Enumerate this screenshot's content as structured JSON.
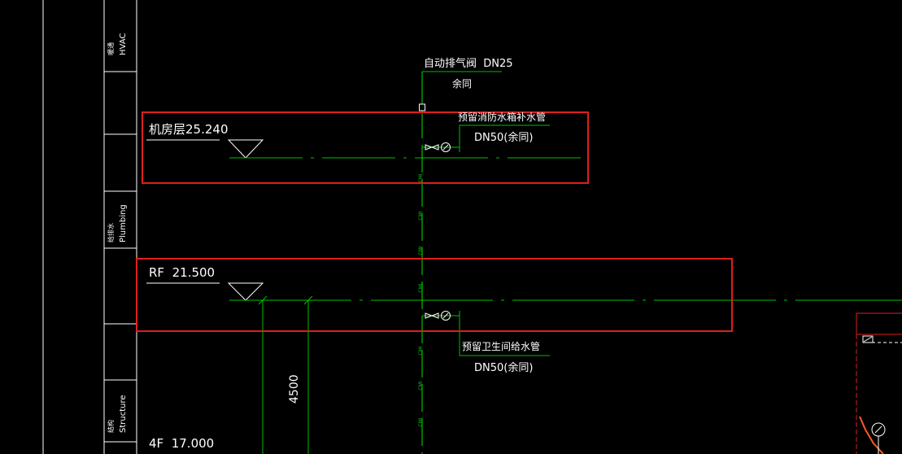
{
  "title_block": {
    "hvac": {
      "zh": "暖通",
      "en": "HVAC"
    },
    "plumbing": {
      "zh": "给排水",
      "en": "Plumbing"
    },
    "structure": {
      "zh": "结构",
      "en": "Structure"
    }
  },
  "levels": {
    "machine_room": {
      "name": "机房层",
      "elevation": "25.240"
    },
    "roof": {
      "name": "RF",
      "elevation": "21.500"
    },
    "fourth": {
      "name": "4F",
      "elevation": "17.000"
    }
  },
  "annotations": {
    "air_valve": {
      "name": "自动排气阀",
      "size": "DN25"
    },
    "air_valve_note": "余同",
    "reserved_fire_tank": "预留消防水箱补水管",
    "reserved_fire_tank_size": "DN50(余同)",
    "reserved_toilet": "预留卫生间给水管",
    "reserved_toilet_size": "DN50(余同)",
    "riser_label": "CMI"
  },
  "dimension": "4500",
  "colors": {
    "background": "#000000",
    "pipe": "#00c000",
    "line": "#ffffff",
    "highlight": "#e01e1e",
    "accent": "#ff5a1f"
  }
}
